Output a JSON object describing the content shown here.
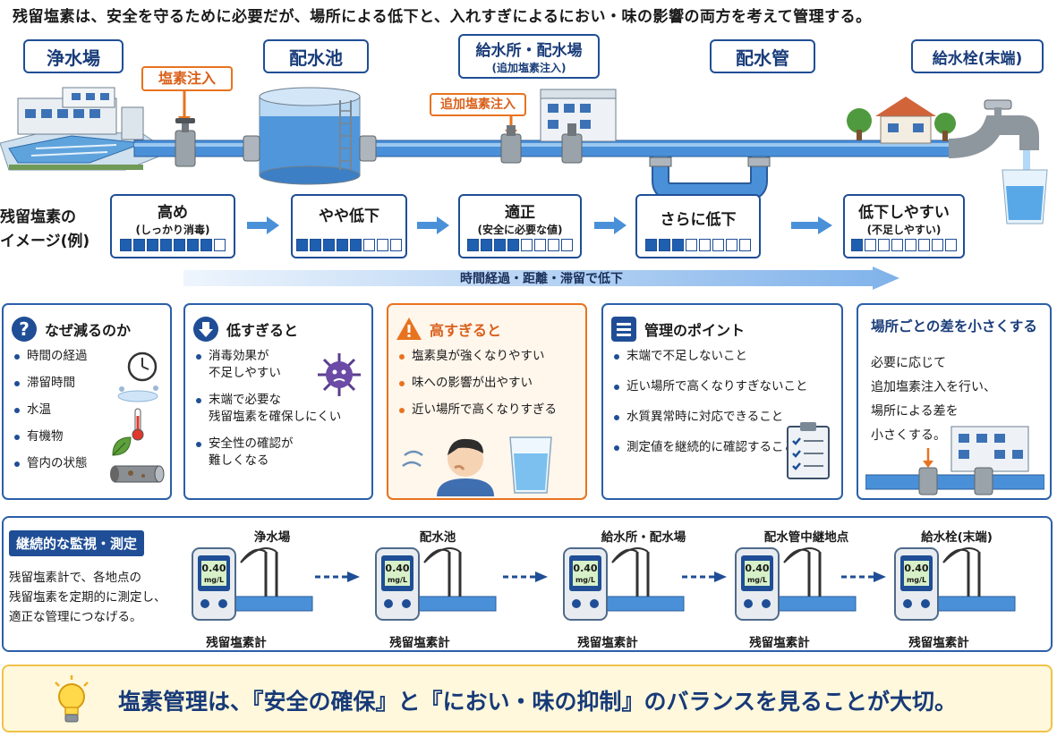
{
  "title": "残留塩素は、安全を守るために必要だが、場所による低下と、入れすぎによるにおい・味の影響の両方を考えて管理する。",
  "stages": [
    {
      "label": "浄水場",
      "sub": ""
    },
    {
      "label": "配水池",
      "sub": ""
    },
    {
      "label": "給水所・配水場",
      "sub": "(追加塩素注入)"
    },
    {
      "label": "配水管",
      "sub": ""
    },
    {
      "label": "給水栓(末端)",
      "sub": ""
    }
  ],
  "injections": {
    "primary": "塩素注入",
    "additional": "追加塩素注入"
  },
  "concentration": {
    "caption_line1": "残留塩素の",
    "caption_line2": "イメージ(例)",
    "band_label": "時間経過・距離・滞留で低下",
    "cards": [
      {
        "title": "高め",
        "sub": "(しっかり消毒)",
        "level": 7,
        "max": 8
      },
      {
        "title": "やや低下",
        "sub": "",
        "level": 5,
        "max": 8
      },
      {
        "title": "適正",
        "sub": "(安全に必要な値)",
        "level": 4,
        "max": 8
      },
      {
        "title": "さらに低下",
        "sub": "",
        "level": 3,
        "max": 8
      },
      {
        "title": "低下しやすい",
        "sub": "(不足しやすい)",
        "level": 1,
        "max": 8
      }
    ]
  },
  "panels": {
    "why": {
      "title": "なぜ減るのか",
      "items": [
        "時間の経過",
        "滞留時間",
        "水温",
        "有機物",
        "管内の状態"
      ]
    },
    "low": {
      "title": "低すぎると",
      "items": [
        [
          "消毒効果が",
          "不足しやすい"
        ],
        [
          "末端で必要な",
          "残留塩素を確保しにくい"
        ],
        [
          "安全性の確認が",
          "難しくなる"
        ]
      ]
    },
    "high": {
      "title": "高すぎると",
      "items": [
        "塩素臭が強くなりやすい",
        "味への影響が出やすい",
        "近い場所で高くなりすぎる"
      ]
    },
    "points": {
      "title": "管理のポイント",
      "items": [
        "末端で不足しないこと",
        "近い場所で高くなりすぎないこと",
        "水質異常時に対応できること",
        "測定値を継続的に確認すること"
      ]
    },
    "reduce": {
      "title": "場所ごとの差を小さくする",
      "lines": [
        "必要に応じて",
        "追加塩素注入を行い、",
        "場所による差を",
        "小さくする。"
      ]
    }
  },
  "monitoring": {
    "title": "継続的な監視・測定",
    "desc": [
      "残留塩素計で、各地点の",
      "残留塩素を定期的に測定し、",
      "適正な管理につなげる。"
    ],
    "meter_value": "0.40",
    "meter_unit": "mg/L",
    "stations": [
      {
        "name": "浄水場",
        "meter": "残留塩素計"
      },
      {
        "name": "配水池",
        "meter": "残留塩素計"
      },
      {
        "name": "給水所・配水場",
        "meter": "残留塩素計"
      },
      {
        "name": "配水管中継地点",
        "meter": "残留塩素計"
      },
      {
        "name": "給水栓(末端)",
        "meter": "残留塩素計"
      }
    ]
  },
  "banner": "塩素管理は、『安全の確保』と『におい・味の抑制』のバランスを見ることが大切。",
  "colors": {
    "navy": "#1f4e96",
    "orange": "#e8731f",
    "water": "#3f8ad6",
    "banner_bg": "#fff8dc"
  }
}
